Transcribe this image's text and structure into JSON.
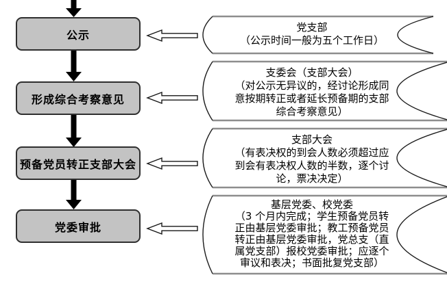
{
  "diagram": {
    "steps": [
      {
        "label": "公示"
      },
      {
        "label": "形成综合考察意见"
      },
      {
        "label": "预备党员转正支部大会"
      },
      {
        "label": "党委审批"
      }
    ],
    "annotations": [
      {
        "title": "党支部",
        "lines": [
          "（公示时间一般为五个工作日）"
        ]
      },
      {
        "title": "支委会（支部大会）",
        "lines": [
          "（对公示无异议的，经讨论形成同",
          "意按期转正或者延长预备期的支部",
          "综合考察意见）"
        ]
      },
      {
        "title": "支部大会",
        "lines": [
          "（有表决权的到会人数必须超过应",
          "到会有表决权人数的半数，逐个讨",
          "论，票决决定）"
        ]
      },
      {
        "title": "基层党委、校党委",
        "lines": [
          "（3 个月内完成；学生预备党员转",
          "正由基层党委审批；教工预备党员",
          "转正由基层党委审批，党总支（直",
          "属党支部）报校党委审批；应逐个",
          "审议和表决；书面批复党支部）"
        ]
      }
    ],
    "colors": {
      "step_fill": "#c3c3c3",
      "step_border": "#2e2e2e",
      "solid_arrow": "#000000",
      "hollow_arrow_fill": "#ffffff",
      "bracket_line": "#8d8d8d",
      "bracket_arc": "#1b1b1b",
      "text": "#000000",
      "background": "#ffffff"
    }
  }
}
